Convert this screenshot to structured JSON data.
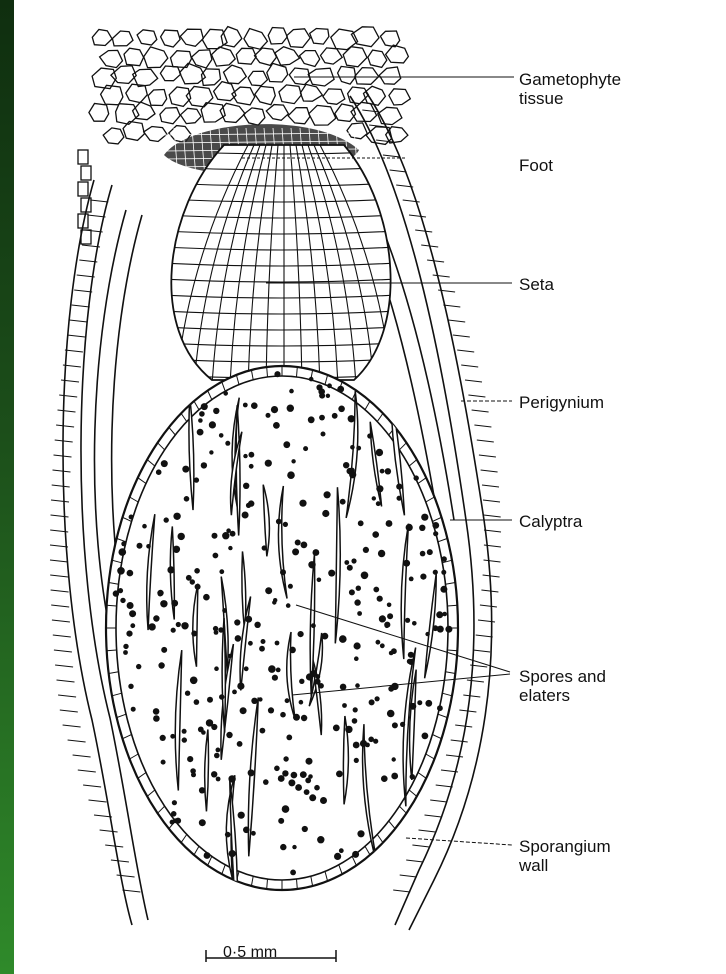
{
  "labels": {
    "gametophyte_tissue": "Gametophyte\ntissue",
    "foot": "Foot",
    "seta": "Seta",
    "perigynium": "Perigynium",
    "calyptra": "Calyptra",
    "spores_and_elaters": "Spores and\nelaters",
    "sporangium_wall": "Sporangium\nwall"
  },
  "scale_bar": {
    "label": "0·5 mm"
  }
}
